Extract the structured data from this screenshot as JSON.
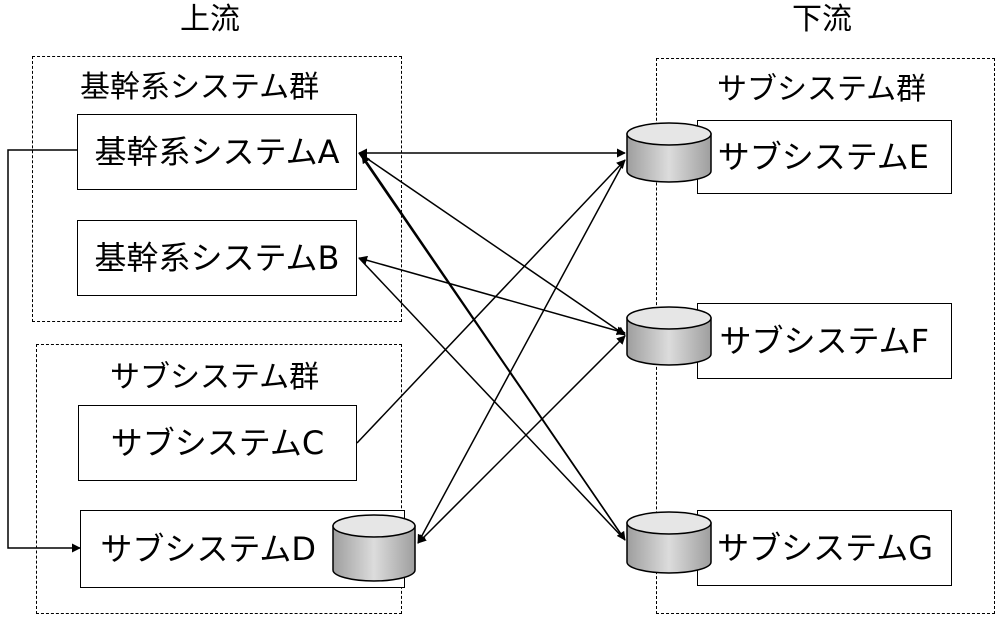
{
  "headings": {
    "upstream": "上流",
    "downstream": "下流"
  },
  "groups": {
    "core": "基幹系システム群",
    "sub_upstream": "サブシステム群",
    "sub_downstream": "サブシステム群"
  },
  "systems": {
    "a": "基幹系システムA",
    "b": "基幹系システムB",
    "c": "サブシステムC",
    "d": "サブシステムD",
    "e": "サブシステムE",
    "f": "サブシステムF",
    "g": "サブシステムG"
  },
  "colors": {
    "line": "#000000",
    "db_fill": "#bdbdbd",
    "db_top": "#e6e6e6"
  }
}
